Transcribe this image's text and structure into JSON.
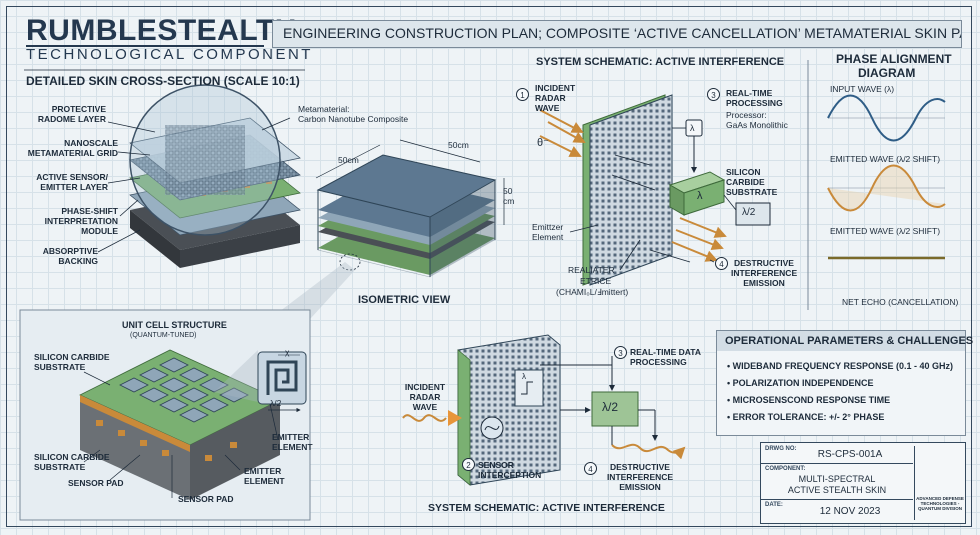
{
  "brand": {
    "name": "RUMBLESTEALTH",
    "subtitle": "TECHNOLOGICAL COMPONENT"
  },
  "title": "ENGINEERING CONSTRUCTION PLAN; COMPOSITE ‘ACTIVE CANCELLATION’ METAMATERIAL SKIN PANEL",
  "cross_section": {
    "heading": "DETAILED SKIN CROSS-SECTION (SCALE 10:1)",
    "layers": [
      "PROTECTIVE RADOME LAYER",
      "NANOSCALE METAMATERIAL GRID",
      "ACTIVE SENSOR/ EMITTER LAYER",
      "PHASE-SHIFT INTERPRETATION MODULE",
      "ABSORPTIVE BACKING"
    ],
    "callout_line1": "Metamaterial:",
    "callout_line2": "Carbon Nanotube Composite"
  },
  "isometric": {
    "label": "ISOMETRIC VIEW",
    "dim_width": "50cm",
    "dim_depth": "50cm",
    "dim_height": "50cm"
  },
  "unit_cell": {
    "heading": "UNIT CELL STRUCTURE",
    "subheading": "(QUANTUM-TUNED)",
    "labels": {
      "substrate_top": "SILICON CARBIDE SUBSTRATE",
      "substrate_bottom": "SILICON CARBIDE SUBSTRATE",
      "sensor_pad_1": "SENSOR PAD",
      "sensor_pad_2": "SENSOR PAD",
      "emitter_1": "EMITTER ELEMENT",
      "emitter_2": "EMITTER ELEMENT"
    },
    "dim_chi": "χ",
    "dim_half_lambda": "λ/2"
  },
  "schematic_top": {
    "heading": "SYSTEM SCHEMATIC: ACTIVE INTERFERENCE",
    "step1_num": "1",
    "step1": "INCIDENT RADAR WAVE",
    "step3_num": "3",
    "step3": "REAL-TIME PROCESSING",
    "processor_line1": "Processor:",
    "processor_line2": "GaAs Monolithic",
    "lambda": "λ",
    "box_lambda": "λ",
    "half_lambda": "λ/2",
    "substrate": "SILICON CARBIDE SUBSTRATE",
    "emitter": "Emittzer Element",
    "realiater_1": "REALIATER",
    "realiater_2": "ETRICE",
    "realiater_3": "(CHAMI₀L/Ⅎmittert)",
    "step4_num": "4",
    "step4": "DESTRUCTIVE INTERFERENCE EMISSION",
    "theta": "θ⁻"
  },
  "phase": {
    "heading_line1": "PHASE ALIGNMENT",
    "heading_line2": "DIAGRAM",
    "input": "INPUT WAVE (λ)",
    "emitted1": "EMITTED WAVE (λ/2 SHIFT)",
    "emitted2": "EMITTED WAVE (λ/2 SHIFT)",
    "net": "NET ECHO (CANCELLATION)"
  },
  "schematic_bottom": {
    "heading": "SYSTEM SCHEMATIC: ACTIVE INTERFERENCE",
    "incident": "INCIDENT RADAR WAVE",
    "step2_num": "2",
    "step2": "SENSOR INTERCEPTION",
    "step3_num": "3",
    "step3": "REAL-TIME DATA PROCESSING",
    "half_lambda": "λ/2",
    "lambda": "λ",
    "step4_num": "4",
    "step4": "DESTRUCTIVE INTERFERENCE EMISSION"
  },
  "ops": {
    "title": "OPERATIONAL PARAMETERS & CHALLENGES",
    "items": [
      "WIDEBAND FREQUENCY RESPONSE (0.1 - 40 GHz)",
      "POLARIZATION INDEPENDENCE",
      "MICROSENSCOND RESPONSE TIME",
      "ERROR TOLERANCE: +/- 2° PHASE"
    ]
  },
  "title_block": {
    "drwg_cap": "DRWG NO:",
    "drwg_no": "RS-CPS-001A",
    "component_cap": "COMPONENT:",
    "component_line1": "MULTI-SPECTRAL",
    "component_line2": "ACTIVE STEALTH SKIN",
    "date_cap": "DATE:",
    "date": "12 NOV 2023",
    "org": "ADVANCED DEFENSE TECHNOLOGIES - QUANTUM DIVISION"
  },
  "colors": {
    "ink": "#1d2b3a",
    "panel_blue": "#5d7891",
    "layer_green": "#7ab072",
    "wave_orange": "#c98a3a",
    "wave_blue": "#2f5d86",
    "wave_olive": "#7a6a2a"
  }
}
